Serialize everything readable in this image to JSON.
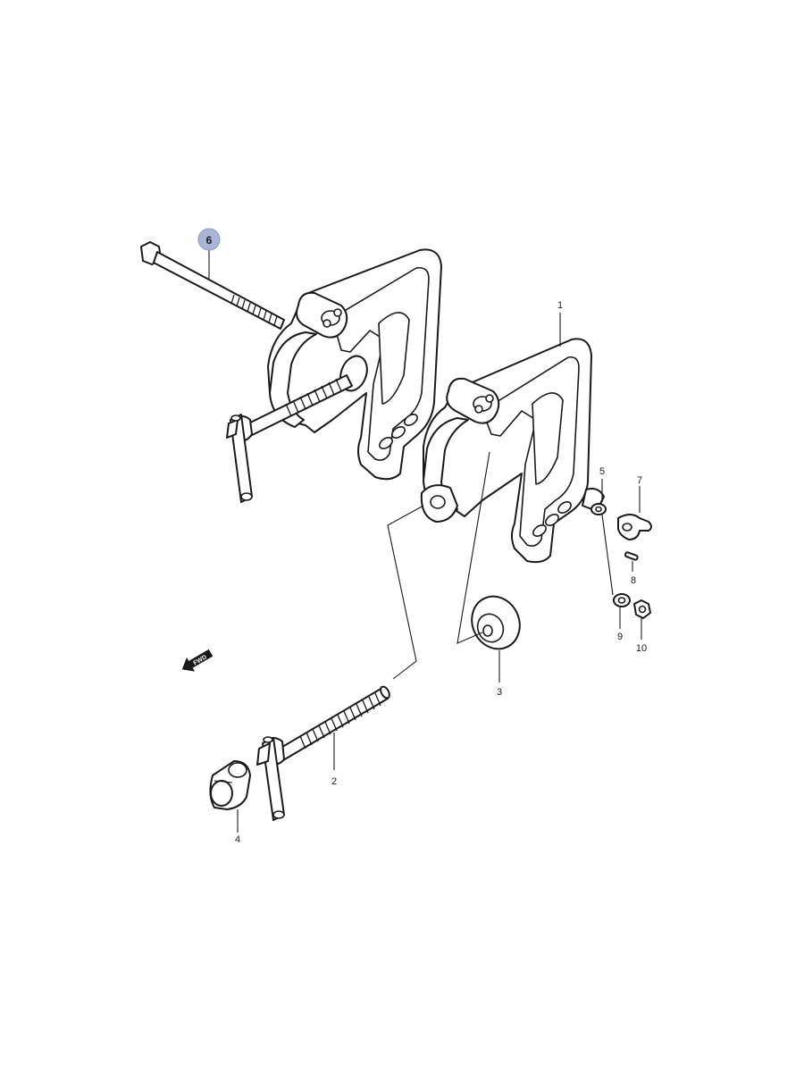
{
  "diagram": {
    "highlight_color": "#aab4d8",
    "direction_marker": {
      "icon": "fwd-arrow-icon",
      "label": "FWD"
    },
    "callouts": [
      {
        "id": "6",
        "label": "6",
        "highlighted": true
      },
      {
        "id": "1",
        "label": "1",
        "highlighted": false
      },
      {
        "id": "2",
        "label": "2",
        "highlighted": false
      },
      {
        "id": "3",
        "label": "3",
        "highlighted": false
      },
      {
        "id": "4",
        "label": "4",
        "highlighted": false
      },
      {
        "id": "5",
        "label": "5",
        "highlighted": false
      },
      {
        "id": "7",
        "label": "7",
        "highlighted": false
      },
      {
        "id": "8",
        "label": "8",
        "highlighted": false
      },
      {
        "id": "9",
        "label": "9",
        "highlighted": false
      },
      {
        "id": "10",
        "label": "10",
        "highlighted": false
      }
    ]
  }
}
